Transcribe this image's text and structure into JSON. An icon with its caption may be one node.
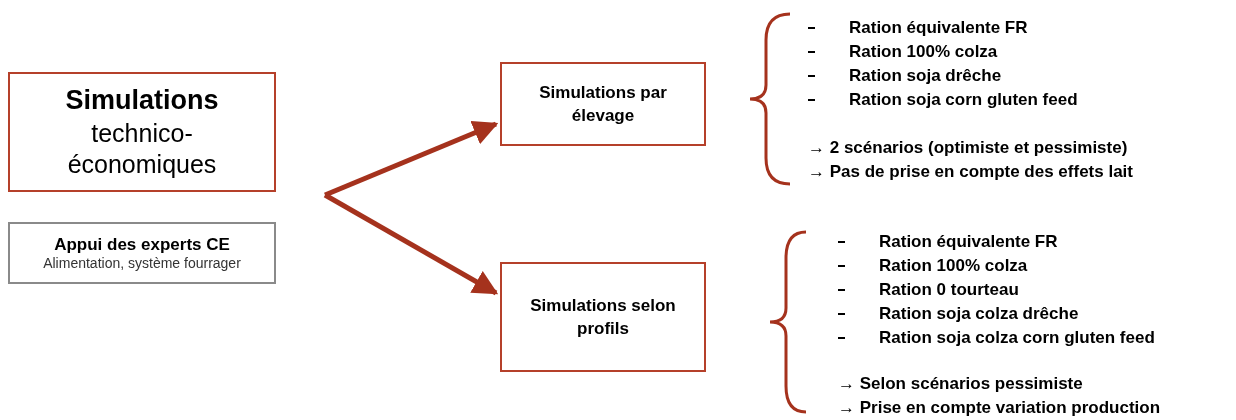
{
  "diagram": {
    "nodes": [
      {
        "text": [
          "Simulations",
          "technico-économiques"
        ]
      },
      {
        "text": [
          "Appui des experts CE",
          "Alimentation, système fourrager"
        ]
      },
      {
        "text": [
          "Simulations par élevage"
        ]
      },
      {
        "text": [
          "Simulations selon profils"
        ]
      }
    ],
    "edges": [
      {
        "from": null,
        "to": 2,
        "arrow": "to"
      },
      {
        "from": null,
        "to": 3,
        "arrow": "to"
      }
    ],
    "labels": [
      "Ration équivalente FR",
      "Ration 100% colza",
      "Ration soja drêche",
      "Ration soja corn gluten feed",
      "→ 2 scénarios (optimiste et pessimiste)",
      "→ Pas de prise en compte des effets lait",
      "Ration équivalente FR",
      "Ration 100% colza",
      "Ration 0 tourteau",
      "Ration soja colza drêche",
      "Ration soja colza corn gluten feed",
      "→ Selon scénarios pessimiste",
      "→ Prise en compte variation production"
    ]
  }
}
